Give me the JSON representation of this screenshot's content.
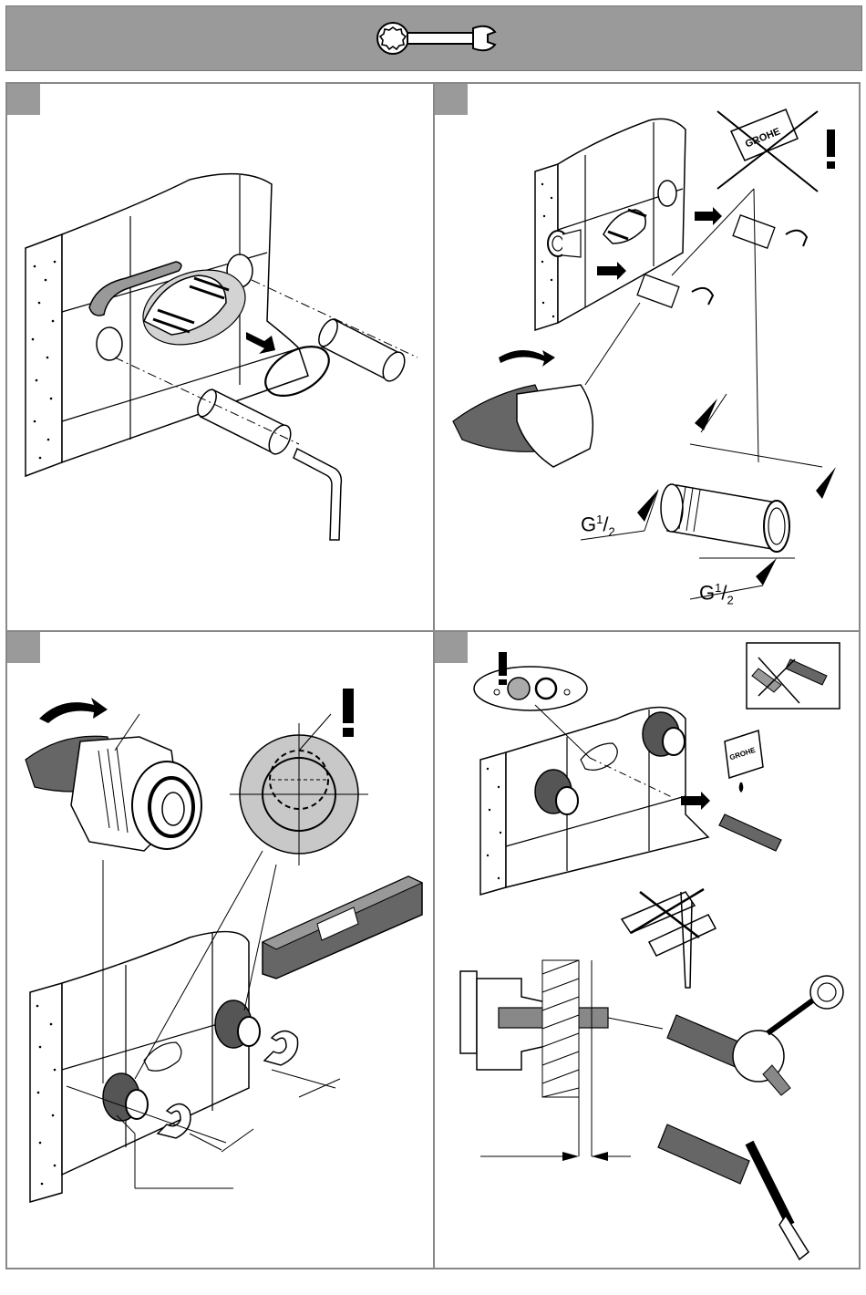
{
  "header": {
    "icon": "wrench-icon",
    "background": "#9a9a9a"
  },
  "panels": [
    {
      "id": "step-1",
      "tab_color": "#9a9a9a"
    },
    {
      "id": "step-2",
      "tab_color": "#9a9a9a",
      "brand_label": "GROHE",
      "thread_label_a": {
        "main": "G",
        "num": "1",
        "den": "2"
      },
      "thread_label_b": {
        "main": "G",
        "num": "1",
        "den": "2"
      }
    },
    {
      "id": "step-3",
      "tab_color": "#9a9a9a"
    },
    {
      "id": "step-4",
      "tab_color": "#9a9a9a",
      "brand_label": "GROHE"
    }
  ],
  "colors": {
    "panel_border": "#888888",
    "tab": "#9a9a9a",
    "line": "#000000"
  }
}
